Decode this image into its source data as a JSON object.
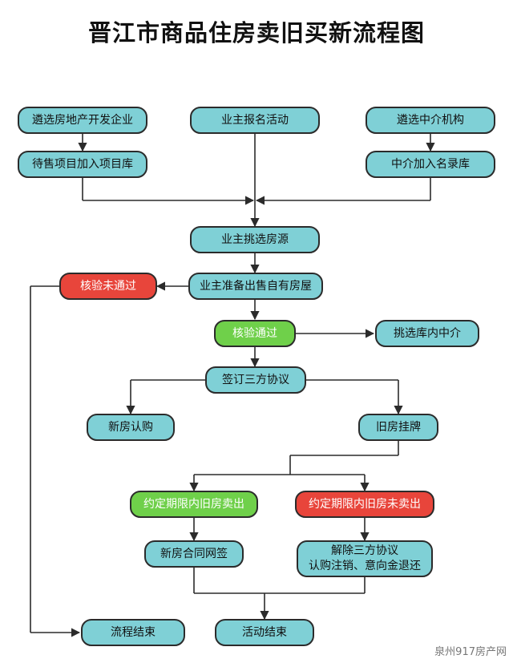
{
  "title": "晋江市商品住房卖旧买新流程图",
  "nodes": {
    "select_developer": "遴选房地产开发企业",
    "owner_signup": "业主报名活动",
    "select_agency": "遴选中介机构",
    "project_library": "待售项目加入项目库",
    "agency_list": "中介加入名录库",
    "owner_choose_listing": "业主挑选房源",
    "owner_prepare_sale": "业主准备出售自有房屋",
    "verify_failed": "核验未通过",
    "verify_passed": "核验通过",
    "choose_agency": "挑选库内中介",
    "sign_agreement": "签订三方协议",
    "new_house_purchase": "新房认购",
    "old_house_listing": "旧房挂牌",
    "sold_in_period": "约定期限内旧房卖出",
    "not_sold_in_period": "约定期限内旧房未卖出",
    "new_house_contract": "新房合同网签",
    "cancel_agreement_line1": "解除三方协议",
    "cancel_agreement_line2": "认购注销、意向金退还",
    "process_end": "流程结束",
    "activity_end": "活动结束"
  },
  "watermark": "泉州917房产网",
  "colors": {
    "teal": "#7fd0d6",
    "green": "#6fd04a",
    "red": "#e8453b",
    "line": "#2b2b2b"
  }
}
